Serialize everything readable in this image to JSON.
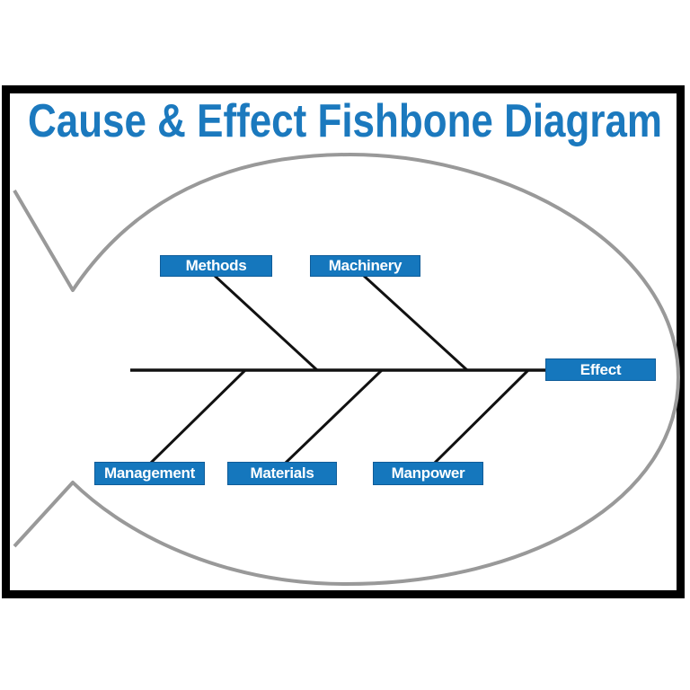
{
  "title": "Cause & Effect Fishbone Diagram",
  "diagram": {
    "type": "fishbone-cause-effect",
    "effect": {
      "label": "Effect"
    },
    "causes_top": [
      {
        "label": "Methods"
      },
      {
        "label": "Machinery"
      }
    ],
    "causes_bottom": [
      {
        "label": "Management"
      },
      {
        "label": "Materials"
      },
      {
        "label": "Manpower"
      }
    ]
  },
  "colors": {
    "title_blue": "#1b79be",
    "box_fill": "#1577bd",
    "box_border": "#0f5c99",
    "box_text": "#ffffff",
    "fish_outline_gray": "#999999",
    "bone_black": "#111111",
    "frame_black": "#000000",
    "background": "#ffffff"
  }
}
